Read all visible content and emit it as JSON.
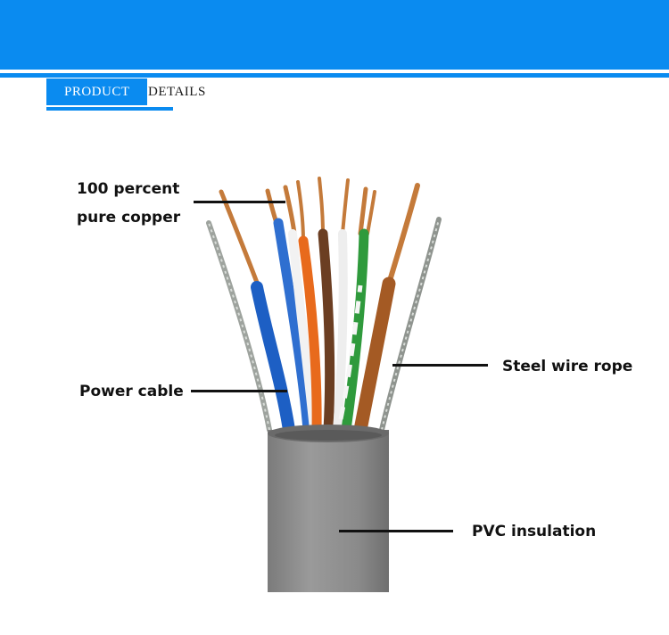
{
  "header": {
    "title_highlight": "PRODUCT",
    "title_rest": "DETAILS"
  },
  "labels": {
    "copper_line1": "100 percent",
    "copper_line2": "pure copper",
    "power": "Power cable",
    "steel": "Steel wire rope",
    "pvc": "PVC insulation"
  },
  "colors": {
    "brand_blue": "#0a8bf0",
    "jacket_gray": "#8d8d8d"
  }
}
